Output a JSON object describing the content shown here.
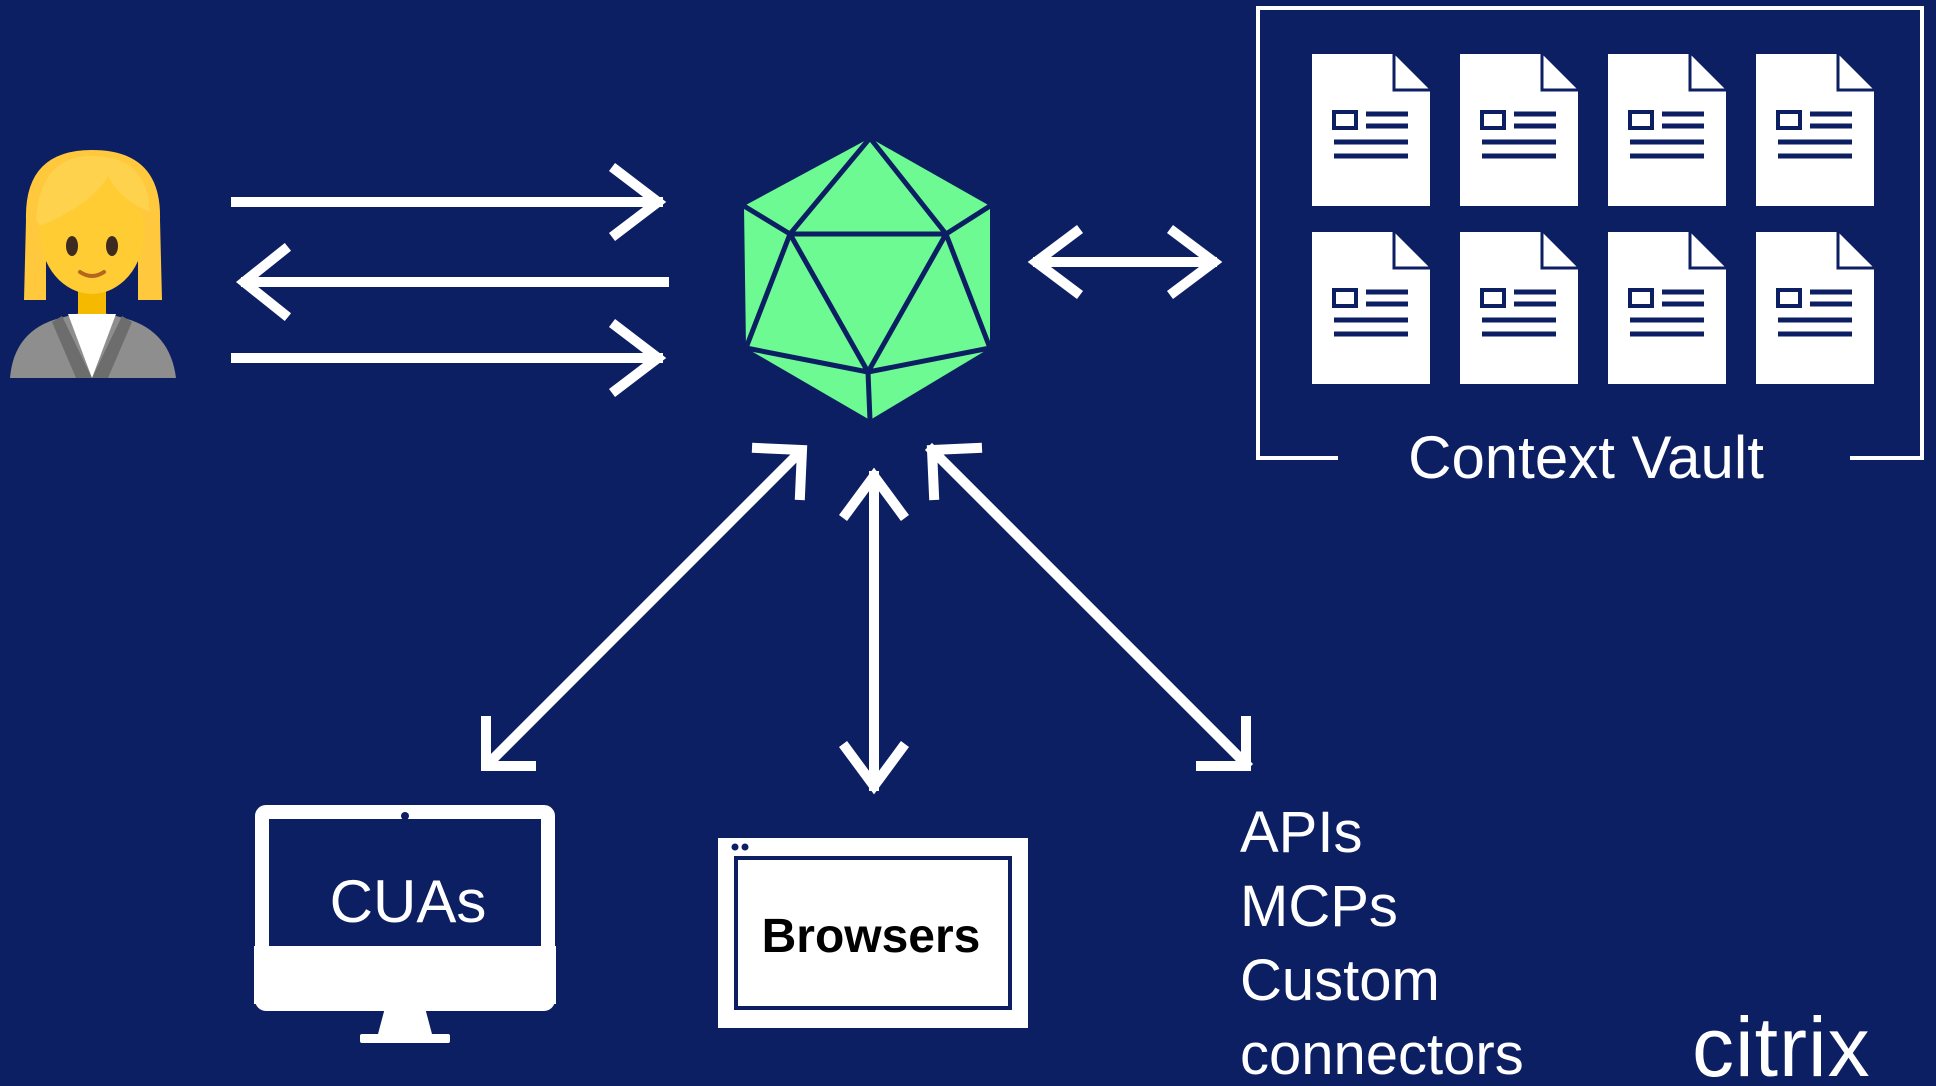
{
  "theme": {
    "background": "#0d1f63",
    "foreground": "#ffffff",
    "hub_color": "#6dfa93",
    "hub_edge_color": "#0d1f63"
  },
  "user": {
    "icon": "person-emoji-icon"
  },
  "hub": {
    "icon": "icosahedron-icon"
  },
  "vault": {
    "label": "Context Vault",
    "document_icon": "document-icon",
    "document_count": 8
  },
  "cuas": {
    "label": "CUAs",
    "icon": "monitor-icon"
  },
  "browsers": {
    "label": "Browsers",
    "icon": "browser-window-icon"
  },
  "connectors": {
    "lines": [
      "APIs",
      "MCPs",
      "Custom",
      "connectors"
    ]
  },
  "brand": {
    "logo_text": "citrix"
  }
}
